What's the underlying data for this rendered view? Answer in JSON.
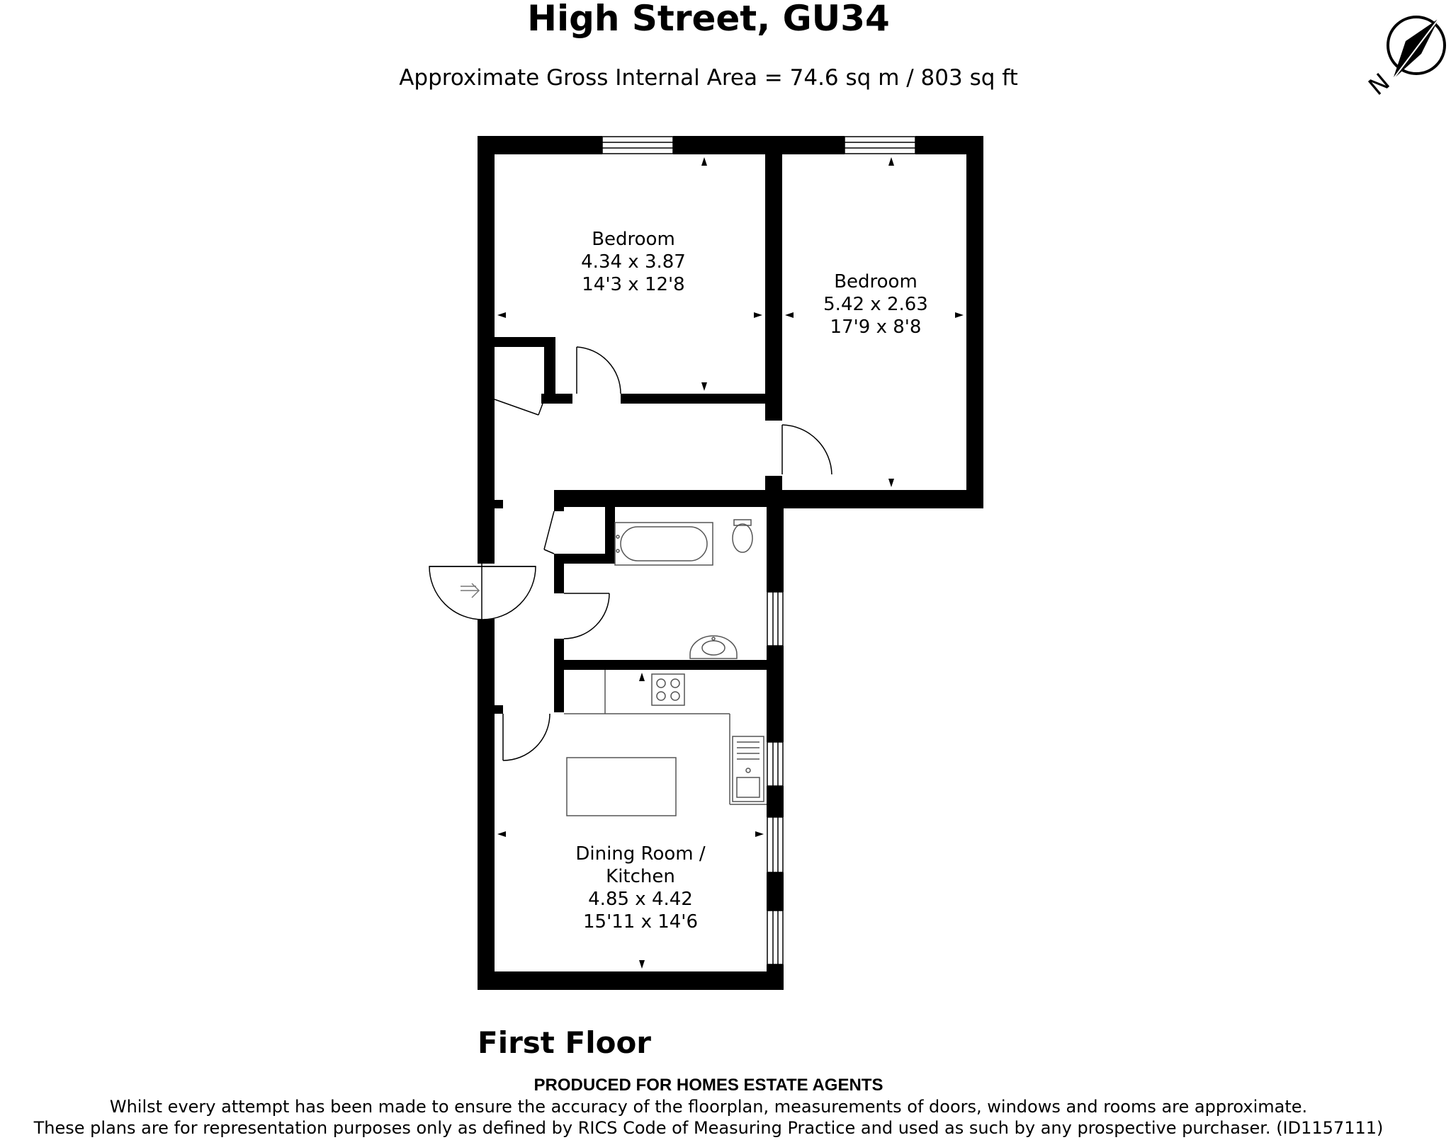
{
  "header": {
    "title": "High Street, GU34",
    "area": "Approximate Gross Internal Area = 74.6 sq m / 803 sq ft"
  },
  "compass": {
    "north_label": "N"
  },
  "rooms": {
    "bedroom1": {
      "name": "Bedroom",
      "metric": "4.34 x 3.87",
      "imperial": "14'3 x 12'8"
    },
    "bedroom2": {
      "name": "Bedroom",
      "metric": "5.42 x 2.63",
      "imperial": "17'9 x 8'8"
    },
    "kitchen": {
      "name_line1": "Dining Room /",
      "name_line2": "Kitchen",
      "metric": "4.85 x 4.42",
      "imperial": "15'11 x 14'6"
    }
  },
  "floor": {
    "label": "First Floor"
  },
  "footer": {
    "produced": "PRODUCED FOR HOMES ESTATE AGENTS",
    "line1": "Whilst every attempt has been made to ensure the accuracy of the floorplan, measurements of doors, windows and rooms are approximate.",
    "line2": "These plans are for representation purposes only as defined by RICS Code of Measuring Practice and used as such by any prospective purchaser. (ID1157111)"
  },
  "colors": {
    "wall": "#000000",
    "background": "#ffffff",
    "fixture_line": "#555555"
  }
}
